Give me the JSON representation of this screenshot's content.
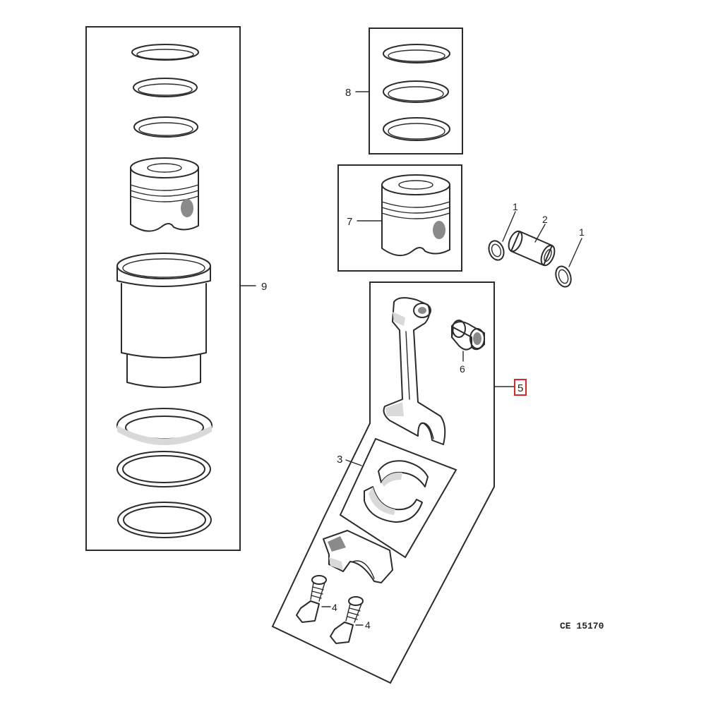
{
  "callouts": {
    "pin_retainer_left": "1",
    "piston_pin": "2",
    "pin_retainer_right": "1",
    "bearing": "3",
    "cap_screw_a": "4",
    "cap_screw_b": "4",
    "connecting_rod_kit": "5",
    "pin_bushing": "6",
    "piston": "7",
    "piston_rings": "8",
    "piston_liner_kit": "9"
  },
  "reference_code": "CE 15170",
  "highlight_color": "#e0242a"
}
